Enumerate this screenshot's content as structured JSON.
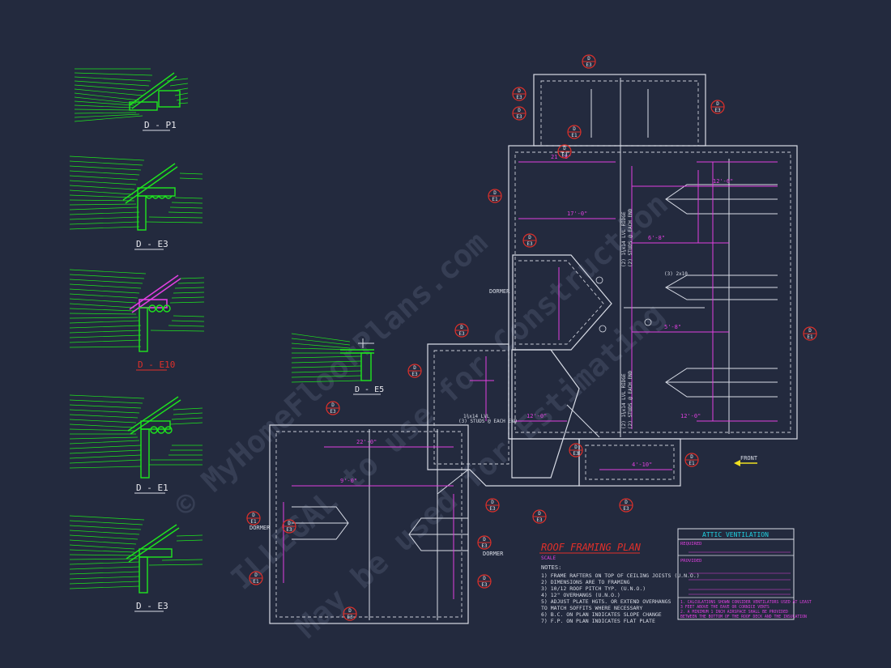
{
  "colors": {
    "background": "#232a3e",
    "line": "#d8dce6",
    "magenta": "#e040e0",
    "green": "#1ee61e",
    "red": "#e0302a",
    "cyan": "#20d0e0",
    "yellow": "#f0e020"
  },
  "plan": {
    "title": "ROOF FRAMING PLAN",
    "scale": "SCALE",
    "notes_heading": "NOTES:",
    "notes": [
      "1)  FRAME RAFTERS ON TOP OF CEILING JOISTS (U.N.O.)",
      "2)  DIMENSIONS ARE TO FRAMING",
      "3)  10/12 ROOF PITCH TYP. (U.N.O.)",
      "4)  12\" OVERHANGS (U.N.O.)",
      "5)  ADJUST PLATE HGTS. OR EXTEND OVERHANGS",
      "      TO MATCH SOFFITS WHERE NECESSARY",
      "6)  B.C. ON PLAN INDICATES SLOPE CHANGE",
      "7)  F.P. ON PLAN INDICATES FLAT PLATE"
    ],
    "front_label": "FRONT",
    "dormer_labels": [
      "DORMER",
      "DORMER",
      "DORMER"
    ],
    "beam_labels": [
      "(2) 1¾x14 LVL RIDGE",
      "(2) STUDS @ EACH END",
      "(2) 1¾x14 LVL RIDGE",
      "(2) STUDS @ EACH END",
      "1¾x14 LVL",
      "(3) STUDS @ EACH END",
      "(3) 2x10"
    ],
    "callouts": [
      {
        "top": "D",
        "bottom": "E3"
      },
      {
        "top": "D",
        "bottom": "E3"
      },
      {
        "top": "D",
        "bottom": "E1"
      },
      {
        "top": "D",
        "bottom": "E3"
      },
      {
        "top": "D",
        "bottom": "E3"
      },
      {
        "top": "D",
        "bottom": "E1"
      },
      {
        "top": "D",
        "bottom": "E3"
      }
    ]
  },
  "ventilation": {
    "title": "ATTIC VENTILATION",
    "section_required": "REQUIRED",
    "section_provided": "PROVIDED",
    "footnotes": [
      "1. CALCULATIONS SHOWN CONSIDER VENTILATORS USED AT LEAST",
      "   3 FEET ABOVE THE EAVE OR CORNICE VENTS",
      "2. A MINIMUM 1 INCH AIRSPACE SHALL BE PROVIDED",
      "   BETWEEN THE BOTTOM OF THE ROOF DECK AND THE INSULATION"
    ]
  },
  "details": [
    {
      "label": "D - P1",
      "color": "#e8e8ee"
    },
    {
      "label": "D - E3",
      "color": "#e8e8ee"
    },
    {
      "label": "D - E10",
      "color": "#e0302a"
    },
    {
      "label": "D - E5",
      "color": "#e8e8ee"
    },
    {
      "label": "D - E1",
      "color": "#e8e8ee"
    },
    {
      "label": "D - E3",
      "color": "#e8e8ee"
    }
  ],
  "watermark": [
    "© MyHomeFloorPlans.com",
    "ILLEGAL to use for Construction",
    "May be used for Estimating"
  ]
}
